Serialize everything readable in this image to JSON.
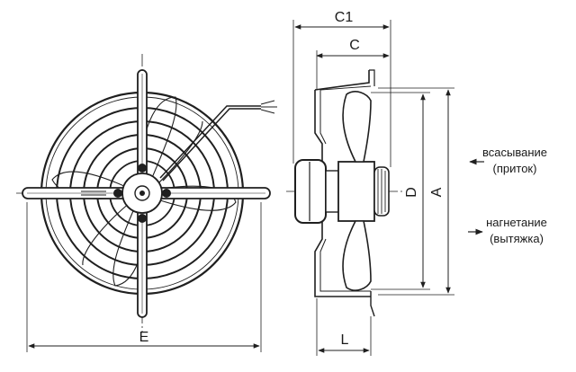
{
  "dimensions": {
    "c1": "C1",
    "c": "C",
    "d": "D",
    "a": "A",
    "e": "E",
    "l": "L"
  },
  "airflow": {
    "intake_line1": "всасывание",
    "intake_line2": "(приток)",
    "exhaust_line1": "нагнетание",
    "exhaust_line2": "(вытяжка)"
  },
  "colors": {
    "line": "#1f1f1f",
    "background": "#ffffff",
    "shade": "#d9d9d9"
  }
}
